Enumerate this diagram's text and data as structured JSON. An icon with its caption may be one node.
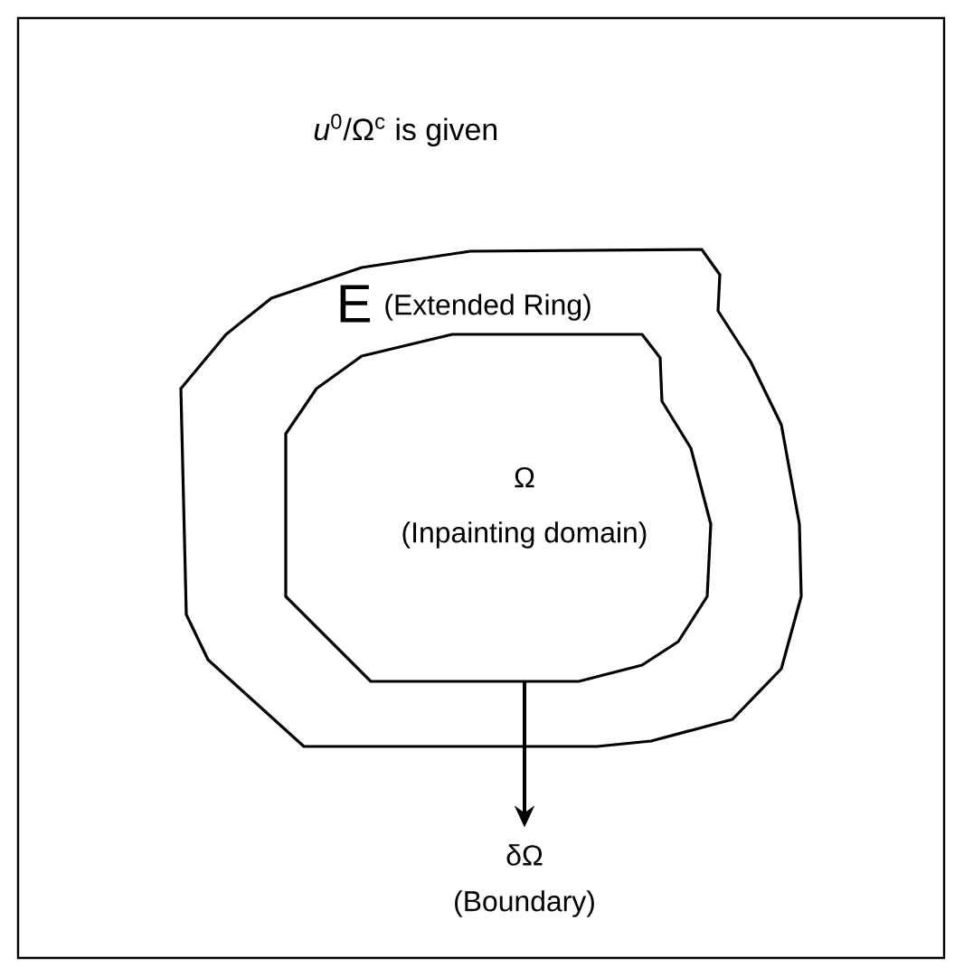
{
  "diagram": {
    "nodes": [
      {
        "text": [
          "E",
          "(Extended Ring)"
        ]
      },
      {
        "text": [
          "Ω",
          "(Inpainting domain)"
        ],
        "in": 0
      },
      {
        "text": [
          "δΩ",
          "(Boundary)"
        ]
      }
    ],
    "edges": [
      {
        "from": 1,
        "to": 2,
        "arrow": "to"
      }
    ],
    "labels": [
      "*u*$^{0}$/Ω$^{c}$ is given"
    ]
  }
}
